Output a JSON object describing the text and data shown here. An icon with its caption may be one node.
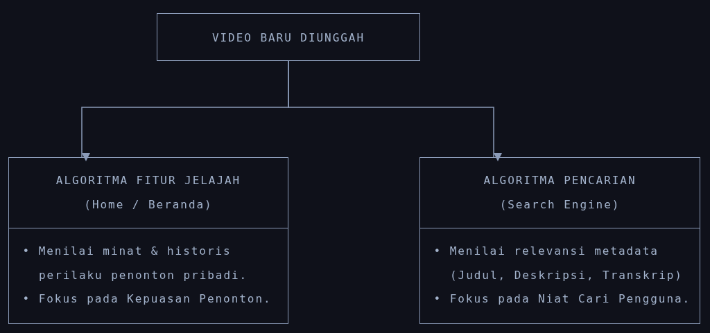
{
  "diagram": {
    "nodes": [
      {
        "text": [
          "VIDEO BARU DIUNGGAH"
        ]
      },
      {
        "text": [
          "ALGORITMA FITUR JELAJAH",
          "(Home / Beranda)",
          "• Menilai minat & historis perilaku penonton pribadi.",
          "• Fokus pada Kepuasan Penonton."
        ]
      },
      {
        "text": [
          "ALGORITMA PENCARIAN",
          "(Search Engine)",
          "• Menilai relevansi metadata (Judul, Deskripsi, Transkrip)",
          "• Fokus pada Niat Cari Pengguna."
        ]
      }
    ],
    "edges": [
      {
        "from": 0,
        "to": 1,
        "arrow": "to"
      },
      {
        "from": 0,
        "to": 2,
        "arrow": "to"
      }
    ]
  }
}
